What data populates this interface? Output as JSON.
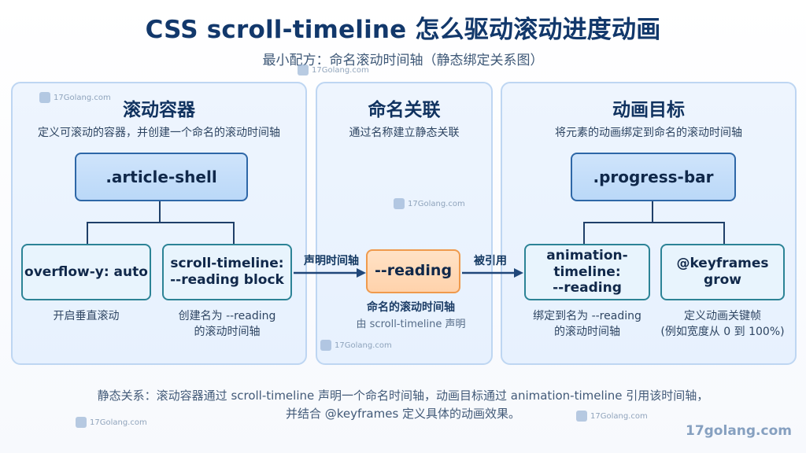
{
  "title": "CSS scroll-timeline 怎么驱动滚动进度动画",
  "subtitle": "最小配方：命名滚动时间轴（静态绑定关系图）",
  "panels": {
    "left": {
      "title": "滚动容器",
      "subtitle": "定义可滚动的容器，并创建一个命名的滚动时间轴",
      "main_node": ".article-shell",
      "child_1_title": "overflow-y: auto",
      "child_1_note": "开启垂直滚动",
      "child_2_line_1": "scroll-timeline:",
      "child_2_line_2": "--reading block",
      "child_2_note_line_1": "创建名为 --reading",
      "child_2_note_line_2": "的滚动时间轴"
    },
    "middle": {
      "title": "命名关联",
      "subtitle": "通过名称建立静态关联",
      "node": "--reading",
      "note_main": "命名的滚动时间轴",
      "note_sub": "由 scroll-timeline 声明"
    },
    "right": {
      "title": "动画目标",
      "subtitle": "将元素的动画绑定到命名的滚动时间轴",
      "main_node": ".progress-bar",
      "child_1_line_1": "animation-timeline:",
      "child_1_line_2": "--reading",
      "child_1_note_line_1": "绑定到名为 --reading",
      "child_1_note_line_2": "的滚动时间轴",
      "child_2_title": "@keyframes grow",
      "child_2_note_line_1": "定义动画关键帧",
      "child_2_note_line_2": "(例如宽度从 0 到 100%)"
    }
  },
  "edges": {
    "left_to_middle": "声明时间轴",
    "middle_to_right": "被引用"
  },
  "footer": {
    "line_1": "静态关系：滚动容器通过 scroll-timeline 声明一个命名时间轴，动画目标通过 animation-timeline 引用该时间轴，",
    "line_2": "并结合 @keyframes 定义具体的动画效果。"
  },
  "watermarks": {
    "label": "17Golang.com",
    "brand": "17golang.com"
  }
}
